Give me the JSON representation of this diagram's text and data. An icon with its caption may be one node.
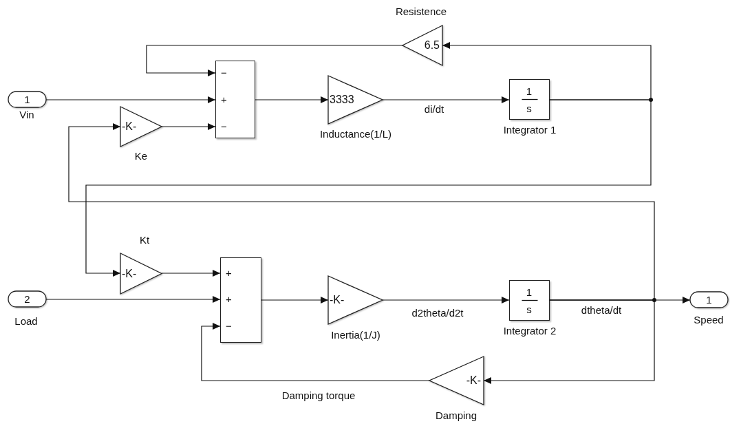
{
  "diagram": {
    "nodes": [
      {
        "text": [
          "1"
        ],
        "beside": [
          "Vin"
        ]
      },
      {
        "text": [
          "-K-"
        ],
        "beside": [
          "Ke"
        ]
      },
      {
        "text": [
          "−",
          "+",
          "−"
        ]
      },
      {
        "text": [
          "3333"
        ],
        "beside": [
          "Inductance(1/L)"
        ]
      },
      {
        "text": [
          "1",
          "s"
        ],
        "beside": [
          "Integrator 1"
        ]
      },
      {
        "text": [
          "6.5"
        ],
        "beside": [
          "Resistence"
        ]
      },
      {
        "text": [
          "-K-"
        ],
        "beside": [
          "Kt"
        ]
      },
      {
        "text": [
          "2"
        ],
        "beside": [
          "Load"
        ]
      },
      {
        "text": [
          "+",
          "+",
          "−"
        ]
      },
      {
        "text": [
          "-K-"
        ],
        "beside": [
          "Inertia(1/J)"
        ]
      },
      {
        "text": [
          "1",
          "s"
        ],
        "beside": [
          "Integrator 2"
        ]
      },
      {
        "text": [
          "1"
        ],
        "beside": [
          "Speed"
        ]
      },
      {
        "text": [
          "-K-"
        ],
        "beside": [
          "Damping"
        ]
      }
    ],
    "edges": [
      {
        "from": 0,
        "to": 2,
        "arrow": "to"
      },
      {
        "from": 1,
        "to": 2,
        "arrow": "to"
      },
      {
        "from": 2,
        "to": 3,
        "arrow": "to"
      },
      {
        "from": 3,
        "to": 4,
        "arrow": "to",
        "label": "di/dt"
      },
      {
        "from": 4,
        "to": 5,
        "arrow": "to"
      },
      {
        "from": 5,
        "to": 2,
        "arrow": "to"
      },
      {
        "from": 4,
        "to": 6,
        "arrow": "to"
      },
      {
        "from": 10,
        "to": 1,
        "arrow": "to"
      },
      {
        "from": 6,
        "to": 8,
        "arrow": "to"
      },
      {
        "from": 7,
        "to": 8,
        "arrow": "to"
      },
      {
        "from": 8,
        "to": 9,
        "arrow": "to"
      },
      {
        "from": 9,
        "to": 10,
        "arrow": "to",
        "label": "d2theta/d2t"
      },
      {
        "from": 10,
        "to": 11,
        "arrow": "to",
        "label": "dtheta/dt"
      },
      {
        "from": 10,
        "to": 12,
        "arrow": "to"
      },
      {
        "from": 12,
        "to": 8,
        "arrow": "to",
        "label": "Damping torque"
      }
    ]
  }
}
